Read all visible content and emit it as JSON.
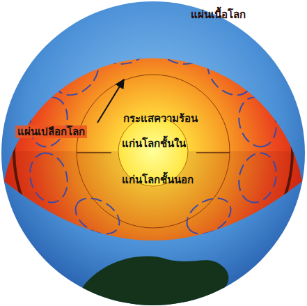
{
  "diagram": {
    "labels": [
      "แผ่นเนื้อโลก",
      "แผ่นเปลือกโลก",
      "กระแสความร้อน",
      "แก่นโลกชั้นใน",
      "แก่นโลกชั้นนอก"
    ]
  }
}
